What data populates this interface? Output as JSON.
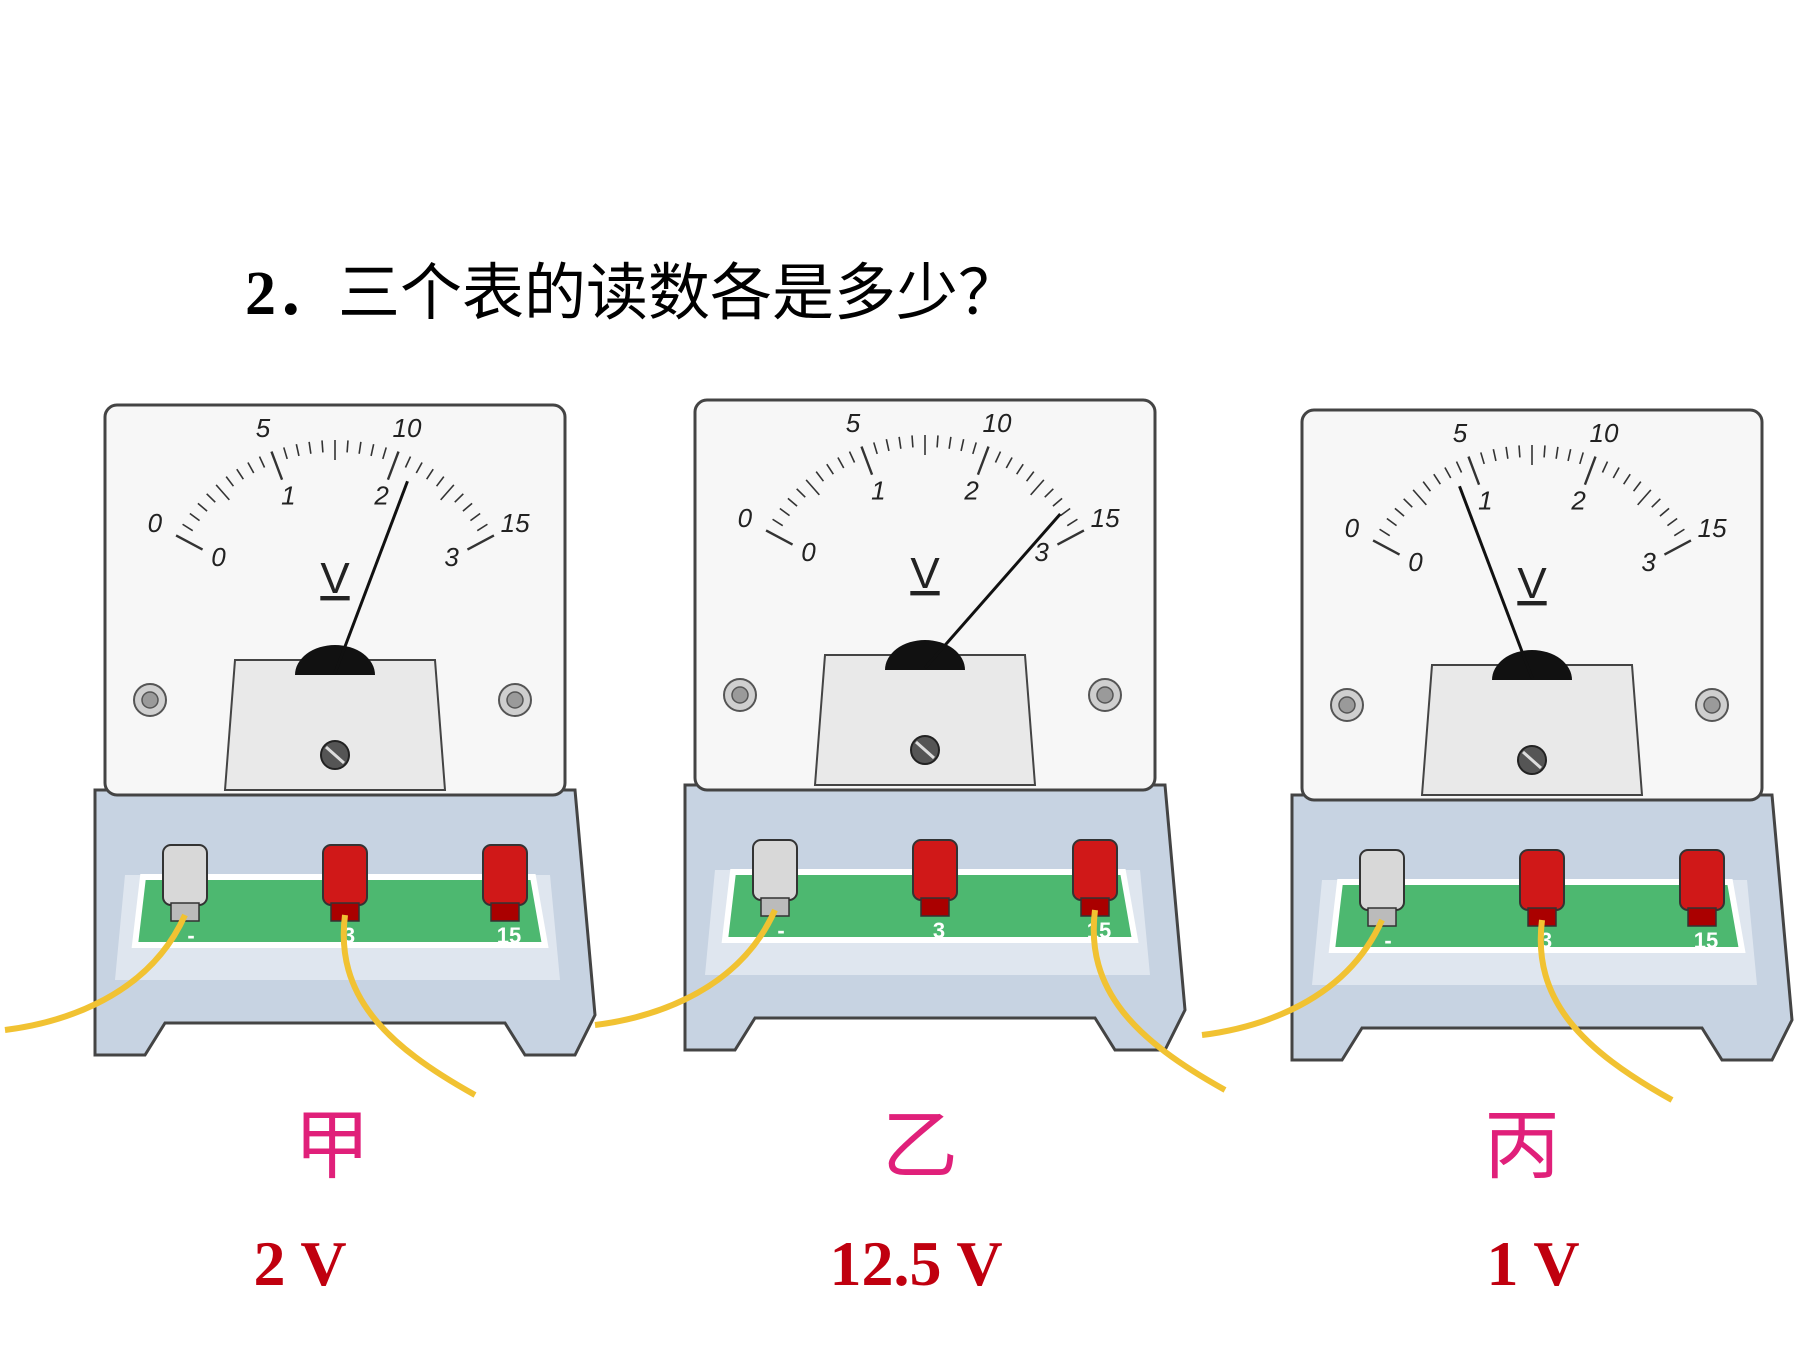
{
  "question": {
    "number": "2．",
    "text": "三个表的读数各是多少？"
  },
  "meters": [
    {
      "name": "甲",
      "answer": "2 V",
      "reading_fraction": 0.667,
      "unit_symbol": "V",
      "terminals": [
        "-",
        "3",
        "15"
      ],
      "wire_terminals": [
        "-",
        "3"
      ]
    },
    {
      "name": "乙",
      "answer": "12.5 V",
      "reading_fraction": 0.833,
      "unit_symbol": "V",
      "terminals": [
        "-",
        "3",
        "15"
      ],
      "wire_terminals": [
        "-",
        "15"
      ]
    },
    {
      "name": "丙",
      "answer": "1 V",
      "reading_fraction": 0.333,
      "unit_symbol": "V",
      "terminals": [
        "-",
        "3",
        "15"
      ],
      "wire_terminals": [
        "-",
        "3"
      ]
    }
  ],
  "scale": {
    "outer_labels": [
      "0",
      "5",
      "10",
      "15"
    ],
    "inner_labels": [
      "0",
      "1",
      "2",
      "3"
    ]
  },
  "colors": {
    "label": "#e0207a",
    "answer": "#c0000f",
    "panel_green": "#4db870",
    "base_blue": "#c7d3e2",
    "terminal_red": "#d01818",
    "wire": "#f1c232"
  }
}
